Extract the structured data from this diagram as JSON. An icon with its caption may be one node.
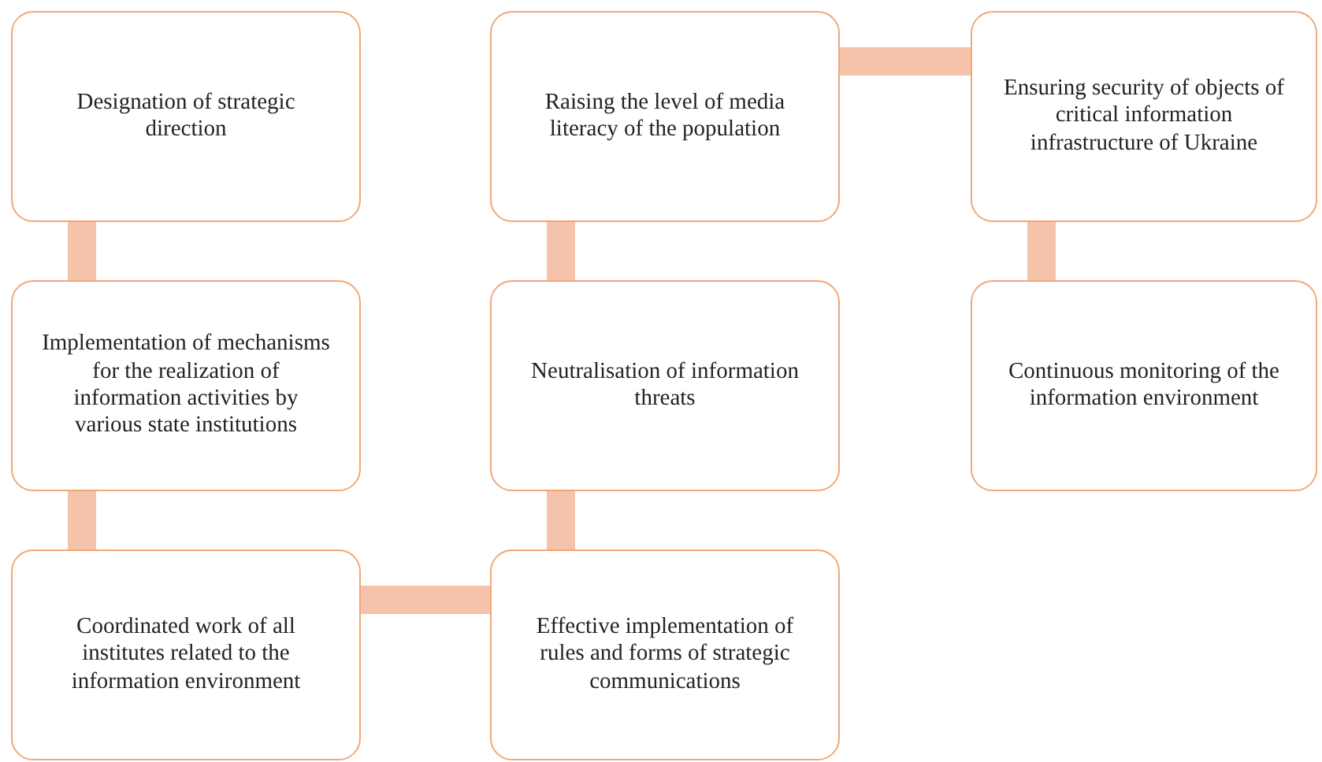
{
  "diagram": {
    "nodes": [
      {
        "text": [
          "Designation of strategic direction"
        ]
      },
      {
        "text": [
          "Raising the level of media literacy of the population"
        ]
      },
      {
        "text": [
          "Ensuring security of objects of critical information infrastructure of Ukraine"
        ]
      },
      {
        "text": [
          "Implementation of mechanisms for the realization of information activities by various state institutions"
        ]
      },
      {
        "text": [
          "Neutralisation of information threats"
        ]
      },
      {
        "text": [
          "Continuous monitoring of the information environment"
        ]
      },
      {
        "text": [
          "Coordinated work of all institutes related to the information environment"
        ]
      },
      {
        "text": [
          "Effective implementation of rules and forms of strategic communications"
        ]
      }
    ],
    "edges": [
      {
        "from": 0,
        "to": 3,
        "arrow": "none"
      },
      {
        "from": 3,
        "to": 6,
        "arrow": "none"
      },
      {
        "from": 6,
        "to": 7,
        "arrow": "none"
      },
      {
        "from": 7,
        "to": 4,
        "arrow": "none"
      },
      {
        "from": 4,
        "to": 1,
        "arrow": "none"
      },
      {
        "from": 1,
        "to": 2,
        "arrow": "none"
      },
      {
        "from": 2,
        "to": 5,
        "arrow": "none"
      }
    ]
  }
}
